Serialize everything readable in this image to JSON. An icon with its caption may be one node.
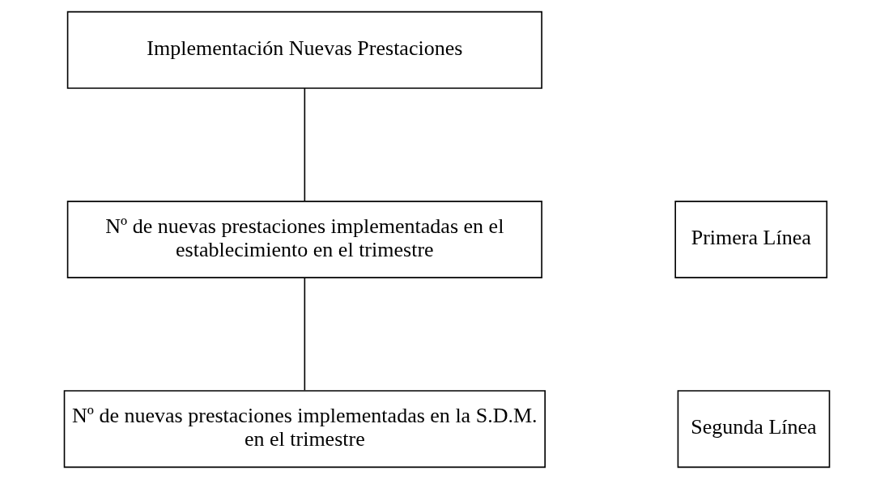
{
  "diagram": {
    "nodes": [
      {
        "text": [
          "Implementación Nuevas Prestaciones"
        ]
      },
      {
        "text": [
          "Primera Línea"
        ]
      },
      {
        "text": [
          "Nº de nuevas prestaciones implementadas en el establecimiento en el trimestre"
        ]
      },
      {
        "text": [
          "Segunda Línea"
        ]
      },
      {
        "text": [
          "Nº de nuevas prestaciones implementadas en la S.D.M. en el trimestre"
        ]
      }
    ],
    "edges": [
      {
        "from": 0,
        "to": 2,
        "arrow": "none"
      },
      {
        "from": 2,
        "to": 4,
        "arrow": "none"
      }
    ]
  }
}
